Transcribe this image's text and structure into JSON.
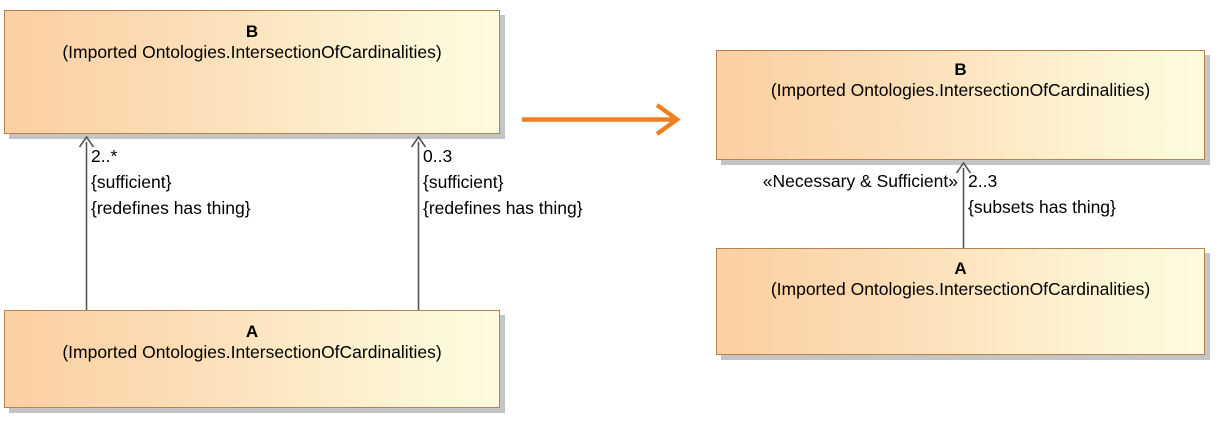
{
  "diagram": {
    "type": "uml-class-diagram",
    "description": "Transformation of two redefining associations with sufficient constraints into a single subsetting association stereotyped Necessary & Sufficient",
    "colors": {
      "box_fill_start": "#fbcfa2",
      "box_fill_end": "#fdfade",
      "box_border": "#b4834f",
      "box_shadow": "#969696",
      "connector_line": "#555555",
      "transform_arrow": "#f07f22",
      "text": "#000000"
    }
  },
  "left_panel": {
    "label": "before-transformation",
    "super_class": {
      "name": "B",
      "qualifier": "(Imported Ontologies.IntersectionOfCardinalities)"
    },
    "sub_class": {
      "name": "A",
      "qualifier": "(Imported Ontologies.IntersectionOfCardinalities)"
    },
    "associations": [
      {
        "id": "left-association-1",
        "multiplicity": "2..*",
        "constraints": [
          "{sufficient}",
          "{redefines has thing}"
        ],
        "stereotype": "",
        "direction": "A-to-B"
      },
      {
        "id": "left-association-2",
        "multiplicity": "0..3",
        "constraints": [
          "{sufficient}",
          "{redefines has thing}"
        ],
        "stereotype": "",
        "direction": "A-to-B"
      }
    ]
  },
  "transform": {
    "arrow_label": "",
    "icon": "right-arrow-icon"
  },
  "right_panel": {
    "label": "after-transformation",
    "super_class": {
      "name": "B",
      "qualifier": "(Imported Ontologies.IntersectionOfCardinalities)"
    },
    "sub_class": {
      "name": "A",
      "qualifier": "(Imported Ontologies.IntersectionOfCardinalities)"
    },
    "associations": [
      {
        "id": "right-association-1",
        "stereotype": "«Necessary & Sufficient»",
        "multiplicity": "2..3",
        "constraints": [
          "{subsets has thing}"
        ],
        "direction": "A-to-B"
      }
    ]
  }
}
